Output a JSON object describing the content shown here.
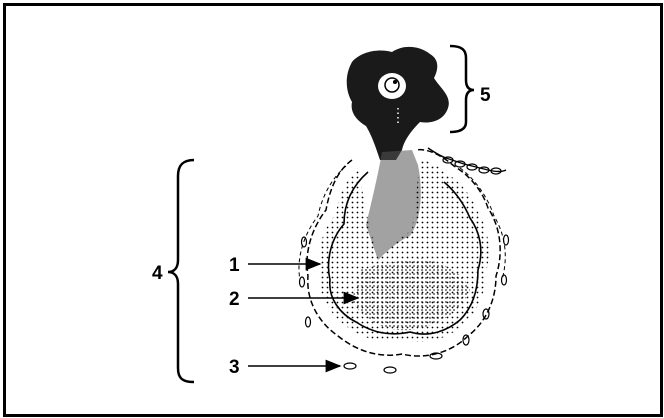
{
  "diagram": {
    "labels": {
      "one": "1",
      "two": "2",
      "three": "3",
      "four": "4",
      "five": "5"
    },
    "colors": {
      "ink": "#000000",
      "background": "#ffffff"
    }
  }
}
